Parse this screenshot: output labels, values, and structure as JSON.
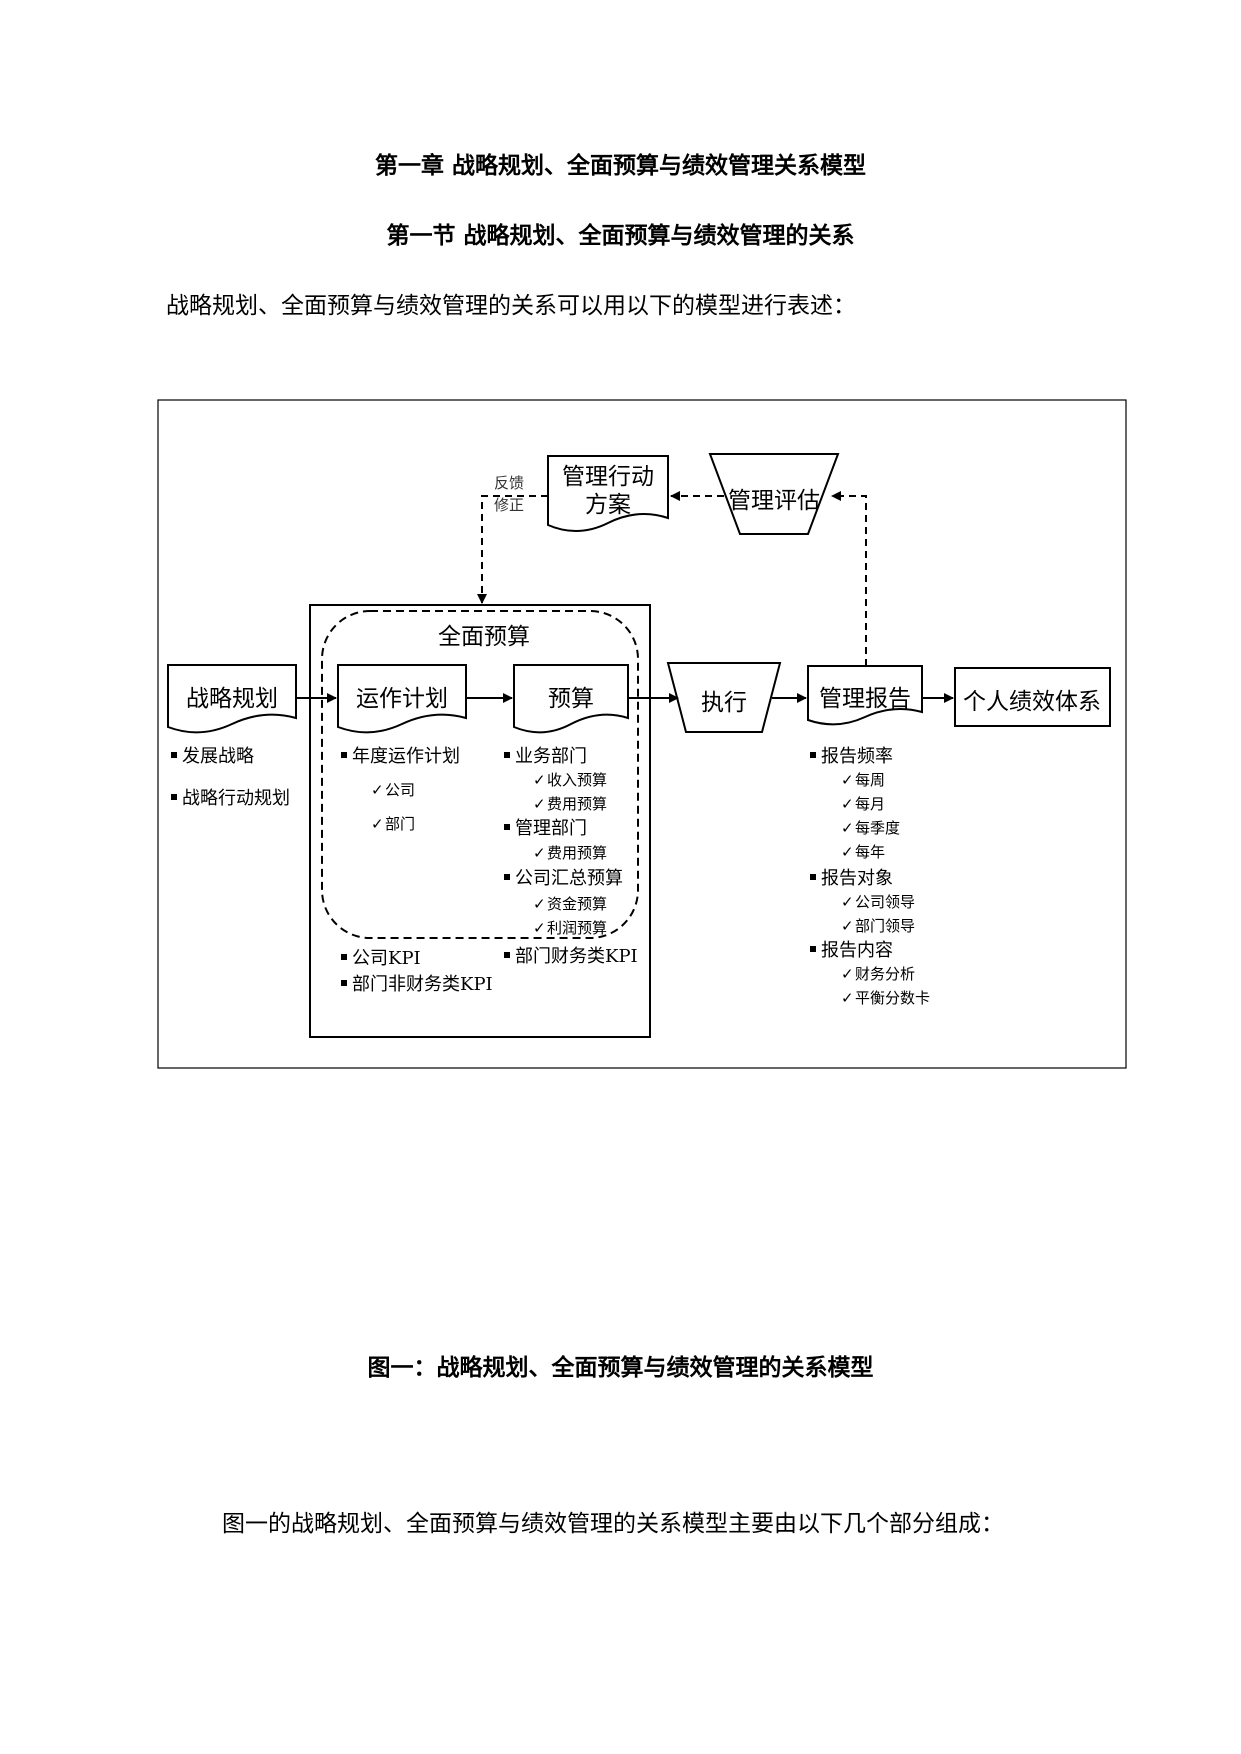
{
  "document": {
    "chapter_title": "第一章  战略规划、全面预算与绩效管理关系模型",
    "section_title": "第一节  战略规划、全面预算与绩效管理的关系",
    "intro": "战略规划、全面预算与绩效管理的关系可以用以下的模型进行表述：",
    "figure_caption": "图一：战略规划、全面预算与绩效管理的关系模型",
    "closing": "图一的战略规划、全面预算与绩效管理的关系模型主要由以下几个部分组成："
  },
  "diagram": {
    "action_plan": [
      "管理行动",
      "方案"
    ],
    "evaluation": "管理评估",
    "feedback": [
      "反馈",
      "修正"
    ],
    "budget_total": "全面预算",
    "strategy": "战略规划",
    "operation_plan": "运作计划",
    "budget": "预算",
    "execute": "执行",
    "report": "管理报告",
    "personal": "个人绩效体系",
    "strategy_items": [
      "发展战略",
      "战略行动规划"
    ],
    "operation_items": {
      "head": "年度运作计划",
      "subs": [
        "公司",
        "部门"
      ]
    },
    "budget_items": {
      "business": "业务部门",
      "business_subs": [
        "收入预算",
        "费用预算"
      ],
      "management": "管理部门",
      "management_subs": [
        "费用预算"
      ],
      "company": "公司汇总预算",
      "company_subs": [
        "资金预算",
        "利润预算"
      ]
    },
    "kpi_items": [
      "公司KPI",
      "部门非财务类KPI",
      "部门财务类KPI"
    ],
    "report_items": {
      "freq": "报告频率",
      "freq_subs": [
        "每周",
        "每月",
        "每季度",
        "每年"
      ],
      "target": "报告对象",
      "target_subs": [
        "公司领导",
        "部门领导"
      ],
      "content": "报告内容",
      "content_subs": [
        "财务分析",
        "平衡分数卡"
      ]
    }
  }
}
